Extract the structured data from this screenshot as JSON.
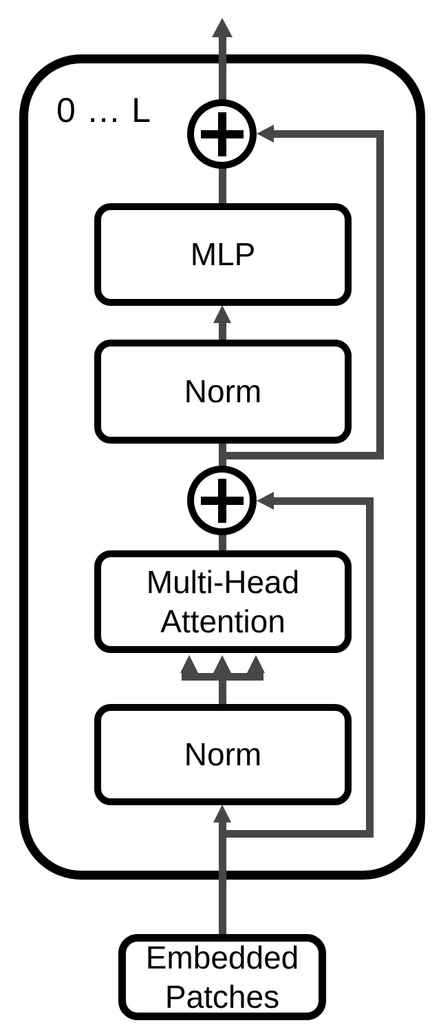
{
  "colors": {
    "background": "#ffffff",
    "shapes": "#000000",
    "lines": "#474747",
    "text": "#000000"
  },
  "frame": {
    "layer_range_label": "0 ... L"
  },
  "nodes": {
    "mlp": {
      "label": "MLP"
    },
    "norm_upper": {
      "label": "Norm"
    },
    "mha": {
      "label_line1": "Multi-Head",
      "label_line2": "Attention"
    },
    "norm_lower": {
      "label": "Norm"
    },
    "embedded_patches": {
      "label_line1": "Embedded",
      "label_line2": "Patches"
    }
  },
  "icons": {
    "residual_add_top": "plus-in-circle",
    "residual_add_bottom": "plus-in-circle"
  }
}
